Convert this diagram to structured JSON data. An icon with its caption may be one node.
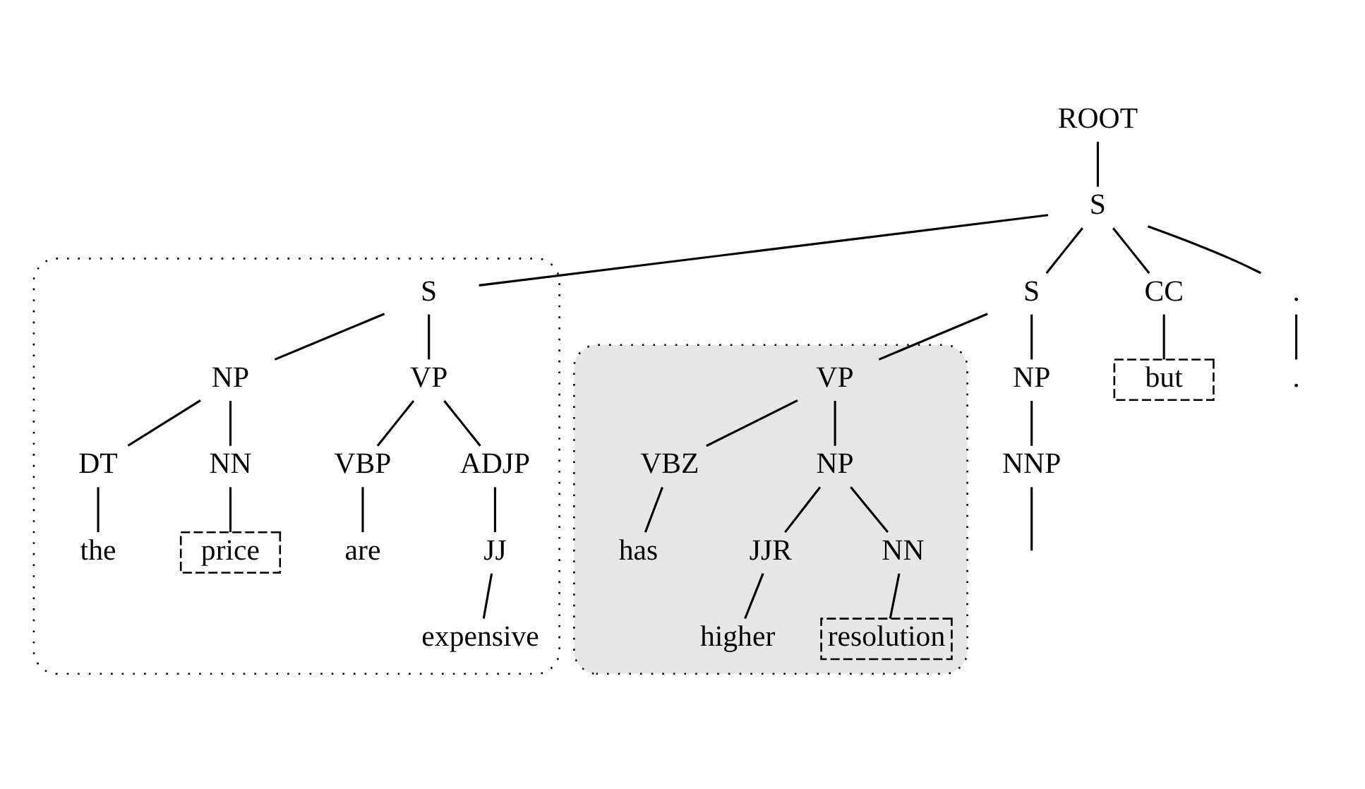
{
  "diagram": {
    "nodes": [
      {
        "text": [
          "ROOT"
        ]
      },
      {
        "text": [
          "S"
        ]
      },
      {
        "text": [
          "S"
        ]
      },
      {
        "text": [
          "CC"
        ]
      },
      {
        "text": [],
        "shape": "ellipse"
      },
      {
        "text": [
          "S"
        ],
        "in": 4
      },
      {
        "text": [
          "."
        ]
      },
      {
        "text": [
          "NP"
        ]
      },
      {
        "text": [],
        "shape": "ellipse"
      },
      {
        "text": [
          "VP"
        ],
        "in": 8
      },
      {
        "text": [
          "but"
        ]
      },
      {
        "text": [
          "NP"
        ],
        "in": 4
      },
      {
        "text": [
          "VP"
        ],
        "in": 4
      },
      {
        "text": [
          "."
        ]
      },
      {
        "text": [
          "NNP"
        ]
      },
      {
        "text": [
          "VBZ"
        ],
        "in": 8
      },
      {
        "text": [
          "NP"
        ],
        "in": 8
      },
      {
        "text": [
          "DT"
        ],
        "in": 4
      },
      {
        "text": [
          "NN"
        ],
        "in": 4
      },
      {
        "text": [
          "VBP"
        ],
        "in": 4
      },
      {
        "text": [
          "ADJP"
        ],
        "in": 4
      },
      {
        "text": [
          "has"
        ],
        "in": 8
      },
      {
        "text": [
          "JJR"
        ],
        "in": 8
      },
      {
        "text": [
          "NN"
        ],
        "in": 8
      },
      {
        "text": [
          "the"
        ],
        "in": 4
      },
      {
        "text": [
          "price"
        ],
        "in": 4
      },
      {
        "text": [
          "are"
        ],
        "in": 4
      },
      {
        "text": [
          "JJ"
        ],
        "in": 4
      },
      {
        "text": [
          "higher"
        ],
        "in": 8
      },
      {
        "text": [
          "resolution"
        ],
        "in": 8
      },
      {
        "text": [
          "expensive"
        ],
        "in": 4
      }
    ],
    "edges": [
      {
        "from": 0,
        "to": 1,
        "arrow": "none"
      },
      {
        "from": 1,
        "to": 2,
        "arrow": "none"
      },
      {
        "from": 1,
        "to": 3,
        "arrow": "none"
      },
      {
        "from": 1,
        "to": 5,
        "arrow": "none"
      },
      {
        "from": 1,
        "to": 6,
        "arrow": "none"
      },
      {
        "from": 2,
        "to": 7,
        "arrow": "none"
      },
      {
        "from": 2,
        "to": 9,
        "arrow": "none"
      },
      {
        "from": 3,
        "to": 10,
        "arrow": "none"
      },
      {
        "from": 6,
        "to": 13,
        "arrow": "none"
      },
      {
        "from": 7,
        "to": 14,
        "arrow": "none"
      },
      {
        "from": 14,
        "to": null,
        "arrow": "none"
      },
      {
        "from": 9,
        "to": 15,
        "arrow": "none"
      },
      {
        "from": 9,
        "to": 16,
        "arrow": "none"
      },
      {
        "from": 15,
        "to": 21,
        "arrow": "none"
      },
      {
        "from": 16,
        "to": 22,
        "arrow": "none"
      },
      {
        "from": 16,
        "to": 23,
        "arrow": "none"
      },
      {
        "from": 22,
        "to": 28,
        "arrow": "none"
      },
      {
        "from": 23,
        "to": 29,
        "arrow": "none"
      },
      {
        "from": 5,
        "to": 11,
        "arrow": "none"
      },
      {
        "from": 5,
        "to": 12,
        "arrow": "none"
      },
      {
        "from": 11,
        "to": 17,
        "arrow": "none"
      },
      {
        "from": 11,
        "to": 18,
        "arrow": "none"
      },
      {
        "from": 12,
        "to": 19,
        "arrow": "none"
      },
      {
        "from": 12,
        "to": 20,
        "arrow": "none"
      },
      {
        "from": 17,
        "to": 24,
        "arrow": "none"
      },
      {
        "from": 18,
        "to": 25,
        "arrow": "none"
      },
      {
        "from": 19,
        "to": 26,
        "arrow": "none"
      },
      {
        "from": 20,
        "to": 27,
        "arrow": "none"
      },
      {
        "from": 27,
        "to": 30,
        "arrow": "none"
      }
    ]
  }
}
